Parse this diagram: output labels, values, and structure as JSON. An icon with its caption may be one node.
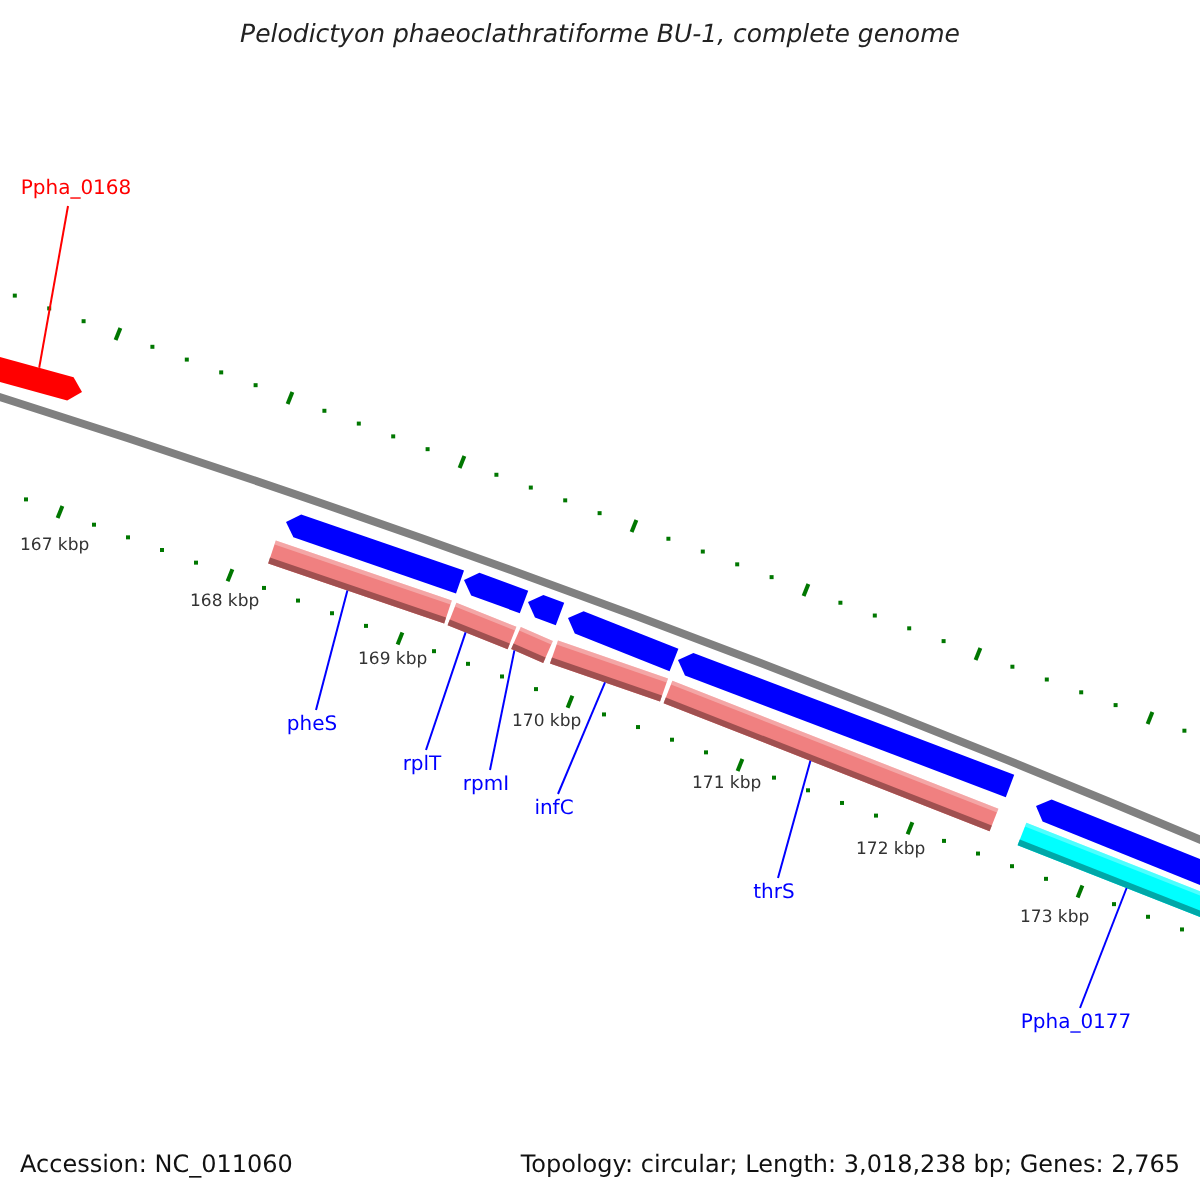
{
  "diagram": {
    "title": "Pelodictyon phaeoclathratiforme BU-1, complete genome",
    "nodes": [
      {
        "text": [
          "Ppha_0168"
        ]
      },
      {
        "text": [],
        "shape": "arrow"
      },
      {
        "text": [],
        "shape": "arrow"
      },
      {
        "text": [],
        "shape": "arrow"
      },
      {
        "text": [],
        "shape": "arrow"
      },
      {
        "text": [],
        "shape": "arrow"
      },
      {
        "text": [],
        "shape": "arrow"
      },
      {
        "text": [],
        "shape": "arrow"
      },
      {
        "text": [],
        "shape": "bar"
      },
      {
        "text": [],
        "shape": "bar"
      },
      {
        "text": [],
        "shape": "bar"
      },
      {
        "text": [],
        "shape": "bar"
      },
      {
        "text": [],
        "shape": "bar"
      },
      {
        "text": [],
        "shape": "bar"
      },
      {
        "text": [
          "pheS"
        ]
      },
      {
        "text": [
          "rplT"
        ]
      },
      {
        "text": [
          "rpmI"
        ]
      },
      {
        "text": [
          "infC"
        ]
      },
      {
        "text": [
          "thrS"
        ]
      },
      {
        "text": [
          "Ppha_0177"
        ]
      }
    ],
    "edges": [
      {
        "from": 0,
        "to": 1,
        "arrow": "none",
        "color": "#ff0000"
      },
      {
        "from": 14,
        "to": 8,
        "arrow": "none"
      },
      {
        "from": 15,
        "to": 9,
        "arrow": "none"
      },
      {
        "from": 16,
        "to": 10,
        "arrow": "none"
      },
      {
        "from": 17,
        "to": 11,
        "arrow": "none"
      },
      {
        "from": 18,
        "to": 12,
        "arrow": "none"
      },
      {
        "from": 19,
        "to": 13,
        "arrow": "none"
      }
    ],
    "labels": [
      "167 kbp",
      "168 kbp",
      "169 kbp",
      "170 kbp",
      "171 kbp",
      "172 kbp",
      "173 kbp",
      "Accession: NC_011060",
      "Topology: circular; Length: 3,018,238 bp; Genes: 2,765"
    ]
  }
}
